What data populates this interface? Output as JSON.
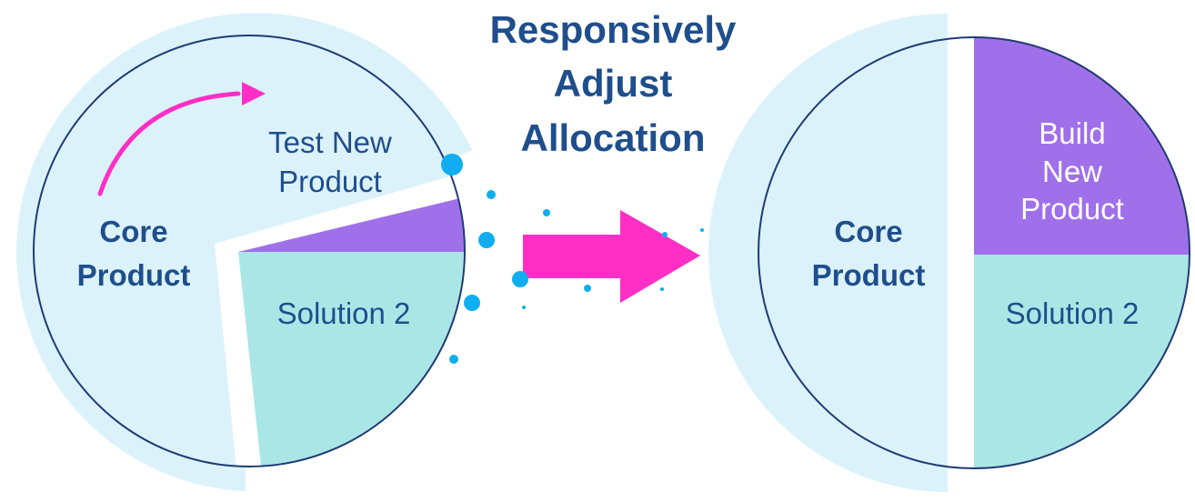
{
  "title": {
    "line1": "Responsively",
    "line2": "Adjust",
    "line3": "Allocation"
  },
  "before": {
    "core_line1": "Core",
    "core_line2": "Product",
    "test_line1": "Test New",
    "test_line2": "Product",
    "solution": "Solution 2"
  },
  "after": {
    "core_line1": "Core",
    "core_line2": "Product",
    "build_line1": "Build",
    "build_line2": "New",
    "build_line3": "Product",
    "solution": "Solution 2"
  },
  "colors": {
    "light_blue": "#dbf2fb",
    "teal": "#abe6e6",
    "purple": "#a070ea",
    "magenta": "#ff2fc6",
    "dot_blue": "#10aef0",
    "outline_navy": "#1f3b73",
    "text_navy": "#1f4e8c"
  },
  "icons": {
    "curved_arrow": "curved-arrow-icon",
    "right_arrow": "right-arrow-icon"
  }
}
